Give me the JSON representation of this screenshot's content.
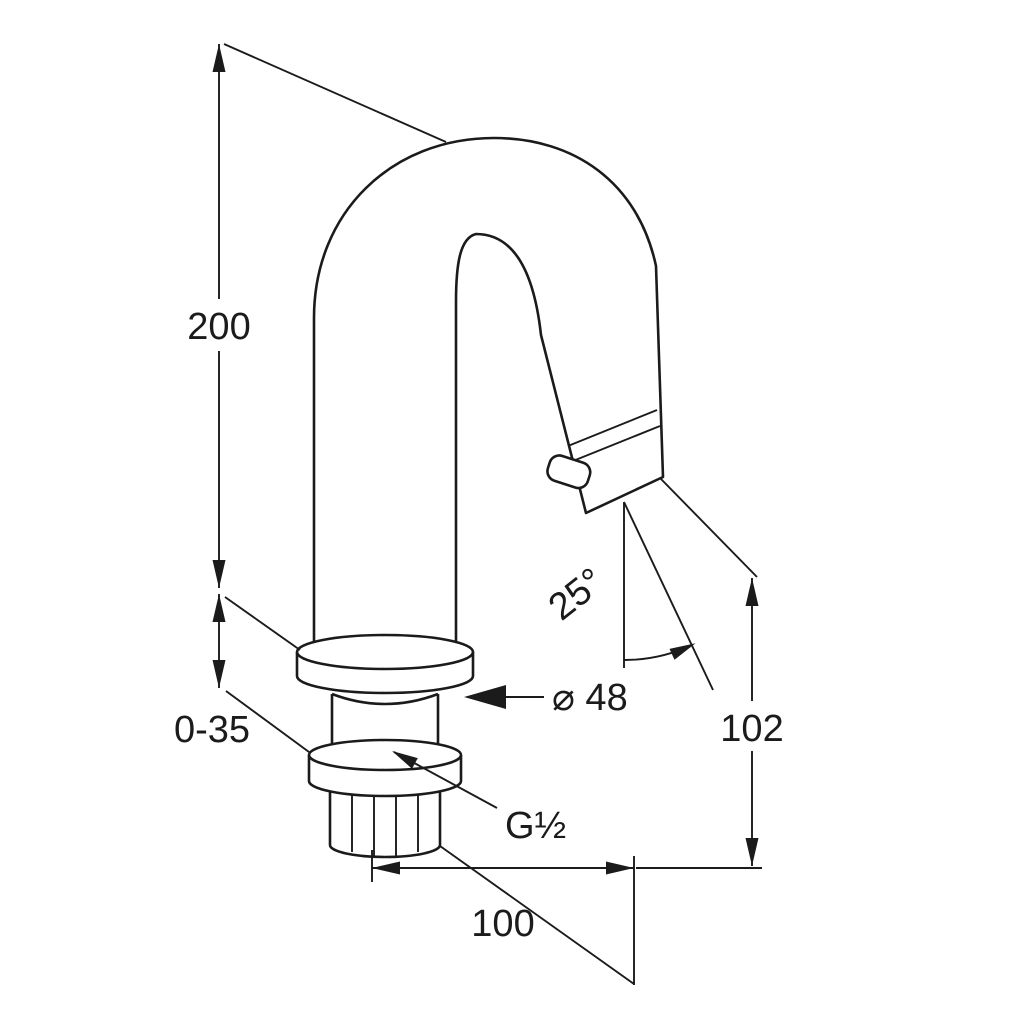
{
  "canvas": {
    "background": "#ffffff",
    "line_color": "#1b1b1b"
  },
  "dimensions": {
    "total_height": {
      "label": "200"
    },
    "mounting_thickness": {
      "label": "0-35"
    },
    "base_diameter": {
      "label": "⌀ 48"
    },
    "thread": {
      "label": "G½"
    },
    "spout_reach": {
      "label": "100"
    },
    "outlet_height": {
      "label": "102"
    },
    "spout_angle": {
      "label": "25°"
    }
  }
}
